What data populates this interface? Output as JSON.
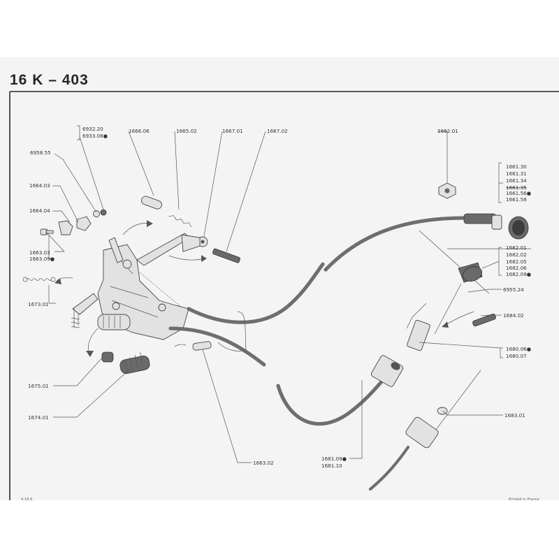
{
  "sheet": {
    "title": "16 K – 403",
    "page_ref": "4.16.6",
    "footer": "Printed in France"
  },
  "labels": {
    "l6932": [
      "6932.20",
      "6933.08●"
    ],
    "l6958": "6958.55",
    "l1664_03": "1664.03",
    "l1664_04": "1664.04",
    "l1663": [
      "1663.03",
      "1663.09●"
    ],
    "l1673": "1673.01",
    "l1675": "1675.01",
    "l1674": "1674.01",
    "l1666": "1666.06",
    "l1665": "1665.02",
    "l1667_01": "1667.01",
    "l1667_02": "1667.02",
    "l1662": "1662.01",
    "l1661": [
      "1661.30",
      "1661.31",
      "1661.34",
      "1661.35",
      "1661.56●",
      "1661.58"
    ],
    "l1682": [
      "1682.01",
      "1682.02",
      "1682.05",
      "1682.06",
      "1682.09●"
    ],
    "l6955": "6955.24",
    "l1684": "1684.02",
    "l1680": [
      "1680.06●",
      "1680.07"
    ],
    "l1683": "1683.01",
    "l1681": [
      "1681.09●",
      "1681.10"
    ],
    "l1663_02": "1663.02"
  }
}
